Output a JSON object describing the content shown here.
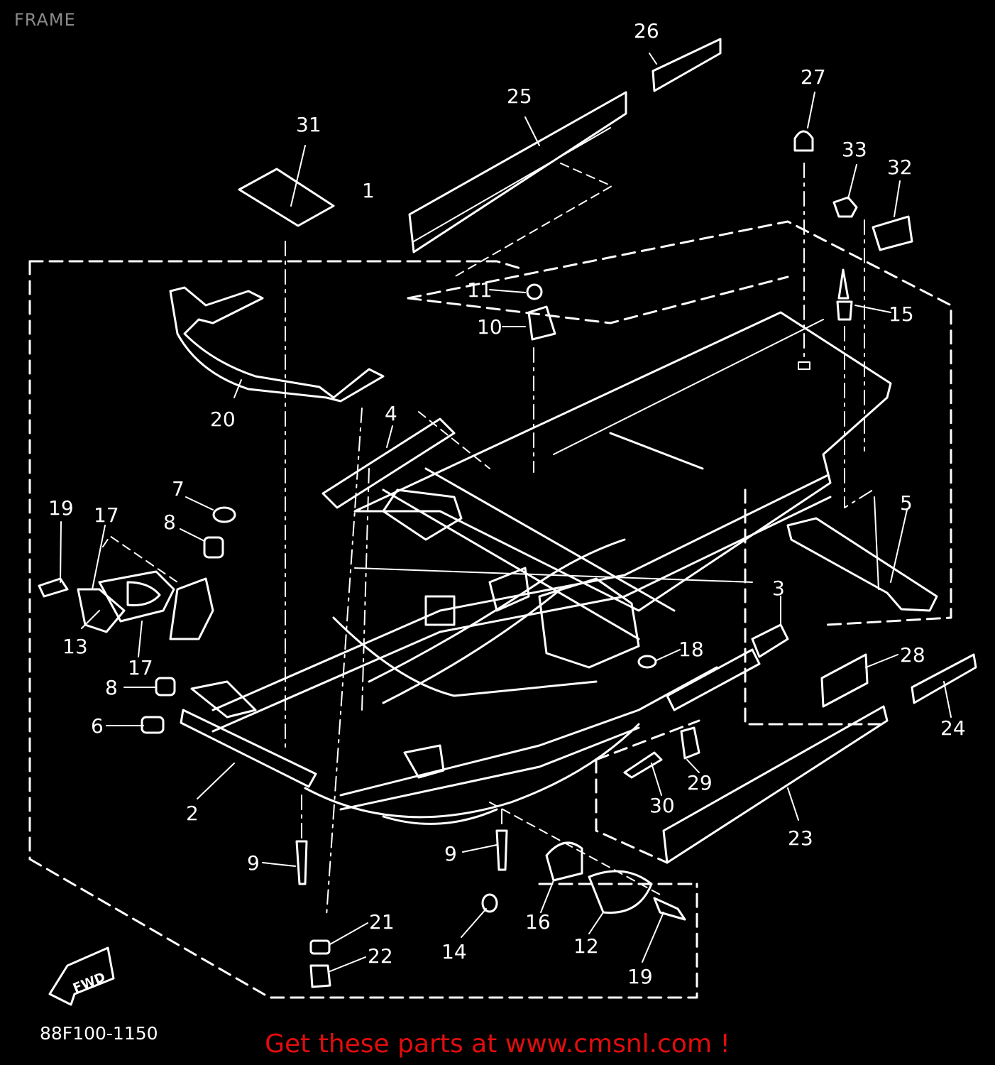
{
  "page": {
    "title": "FRAME",
    "footer_link": "Get these parts at www.cmsnl.com !",
    "drawing_code": "88F100-1150"
  },
  "diagram": {
    "callouts": [
      "1",
      "2",
      "3",
      "4",
      "5",
      "6",
      "7",
      "8",
      "8",
      "9",
      "9",
      "10",
      "11",
      "12",
      "13",
      "14",
      "15",
      "16",
      "17",
      "17",
      "18",
      "19",
      "19",
      "20",
      "21",
      "22",
      "23",
      "24",
      "25",
      "26",
      "27",
      "28",
      "29",
      "30",
      "31",
      "32",
      "33"
    ],
    "fwd_label": "FWD"
  },
  "colors": {
    "background": "#000000",
    "line_art": "#ffffff",
    "title_text": "#8a8a8a",
    "footer_link": "#e20d0d"
  }
}
